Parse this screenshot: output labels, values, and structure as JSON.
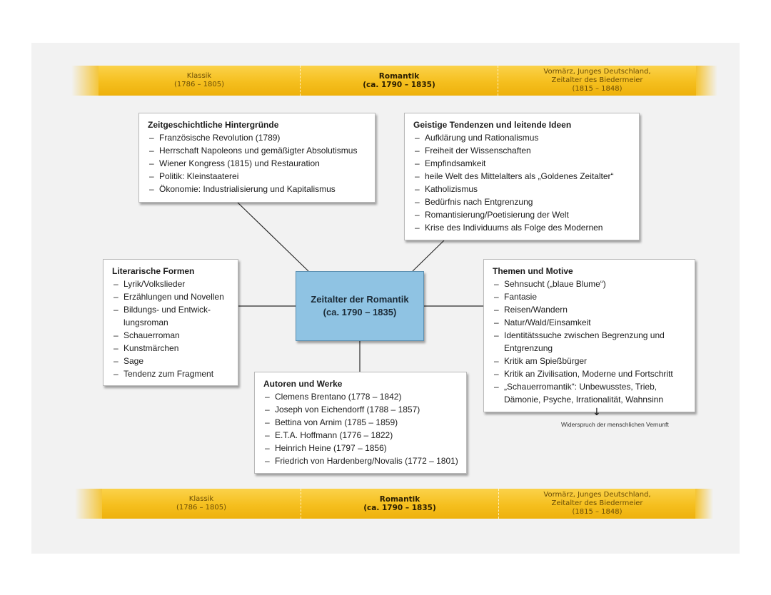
{
  "timeline": [
    {
      "name": "Klassik",
      "years": "(1786 – 1805)"
    },
    {
      "name": "Romantik",
      "years": "(ca. 1790 – 1835)"
    },
    {
      "name": "Vormärz, Junges Deutschland,",
      "name2": "Zeitalter des Biedermeier",
      "years": "(1815 – 1848)"
    }
  ],
  "center": {
    "title": "Zeitalter der Romantik",
    "years": "(ca. 1790 – 1835)"
  },
  "hintergruende": {
    "title": "Zeitgeschichtliche Hintergründe",
    "items": [
      "Französische Revolution (1789)",
      "Herrschaft Napoleons und gemäßigter Absolutismus",
      "Wiener Kongress (1815) und Restauration",
      "Politik: Kleinstaaterei",
      "Ökonomie: Industrialisierung und Kapitalismus"
    ]
  },
  "tendenzen": {
    "title": "Geistige Tendenzen und leitende Ideen",
    "items": [
      "Aufklärung und Rationalismus",
      "Freiheit der Wissenschaften",
      "Empfindsamkeit",
      "heile Welt des Mittelalters als „Goldenes Zeitalter“",
      "Katholizismus",
      "Bedürfnis nach Entgrenzung",
      "Romantisierung/Poetisierung der Welt",
      "Krise des Individuums als Folge des Modernen"
    ]
  },
  "formen": {
    "title": "Literarische Formen",
    "items": [
      "Lyrik/Volkslieder",
      "Erzählungen und Novellen",
      "Bildungs- und Entwick-lungsroman",
      "Schauerroman",
      "Kunstmärchen",
      "Sage",
      "Tendenz zum Fragment"
    ]
  },
  "themen": {
    "title": "Themen und Motive",
    "items": [
      "Sehnsucht („blaue Blume“)",
      "Fantasie",
      "Reisen/Wandern",
      "Natur/Wald/Einsamkeit",
      "Identitätssuche zwischen Begrenzung und Entgrenzung",
      "Kritik am Spießbürger",
      "Kritik an Zivilisation, Moderne und Fortschritt",
      "„Schauerromantik“: Unbewusstes, Trieb, Dämonie, Psyche, Irrationalität, Wahnsinn"
    ]
  },
  "autoren": {
    "title": "Autoren und Werke",
    "items": [
      "Clemens Brentano (1778 – 1842)",
      "Joseph von Eichendorff (1788 – 1857)",
      "Bettina von Arnim (1785 – 1859)",
      "E.T.A. Hoffmann (1776 – 1822)",
      "Heinrich Heine (1797 – 1856)",
      "Friedrich von Hardenberg/Novalis (1772 – 1801)"
    ]
  },
  "note": "Widerspruch der menschlichen Vernunft"
}
